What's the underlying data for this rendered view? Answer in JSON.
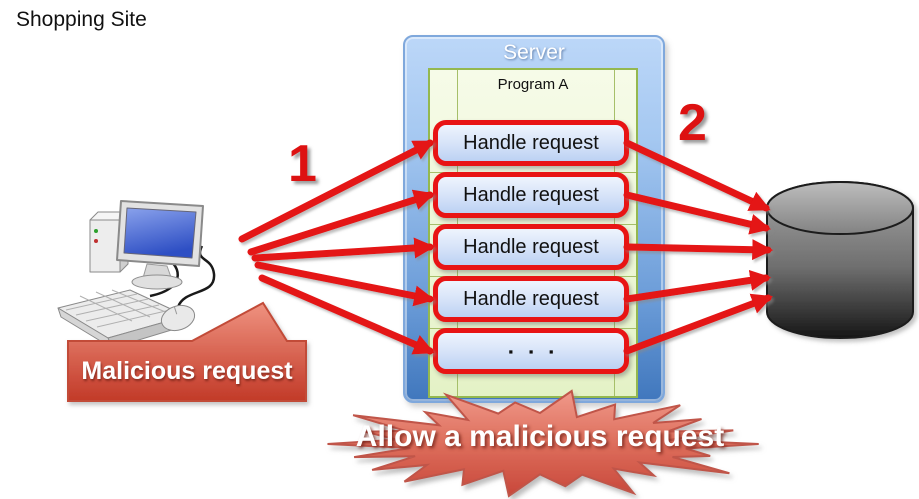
{
  "title": "Shopping Site",
  "server": {
    "label": "Server",
    "program": {
      "label": "Program A",
      "handlers": [
        "Handle request",
        "Handle request",
        "Handle request",
        "Handle request"
      ],
      "ellipsis": "▪ ▪ ▪"
    }
  },
  "labels": {
    "step1": "1",
    "step2": "2"
  },
  "callout": {
    "text": "Malicious request"
  },
  "starburst": {
    "text": "Allow a malicious request"
  },
  "colors": {
    "arrow_red": "#e41212",
    "box_border_red": "#e81414",
    "server_blue_top": "#b7d4f7",
    "server_blue_bottom": "#4077bd",
    "program_green_bg": "#eef7d8",
    "program_green_border": "#94b84f",
    "callout_red_top": "#ef9280",
    "callout_red_bottom": "#c23a28",
    "db_gray_top": "#b5b5b5",
    "db_gray_bottom": "#161616"
  }
}
